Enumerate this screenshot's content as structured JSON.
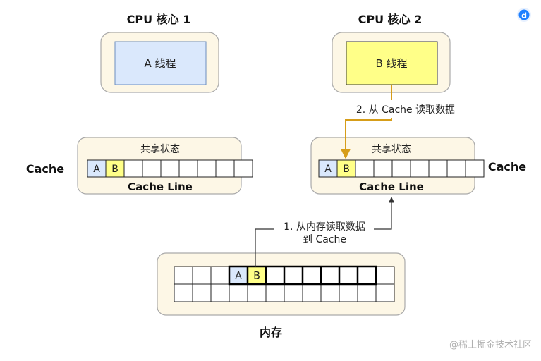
{
  "cpu1": {
    "title": "CPU 核心 1",
    "thread_label": "A 线程"
  },
  "cpu2": {
    "title": "CPU 核心 2",
    "thread_label": "B 线程"
  },
  "cache_left": {
    "side_label": "Cache",
    "shared_state": "共享状态",
    "line_label": "Cache Line",
    "cells": [
      "A",
      "B",
      "",
      "",
      "",
      "",
      "",
      "",
      ""
    ]
  },
  "cache_right": {
    "side_label": "Cache",
    "shared_state": "共享状态",
    "line_label": "Cache Line",
    "cells": [
      "A",
      "B",
      "",
      "",
      "",
      "",
      "",
      "",
      ""
    ]
  },
  "memory": {
    "label": "内存",
    "grid_rows": [
      [
        "",
        "",
        "",
        "A",
        "B",
        "",
        "",
        "",
        "",
        "",
        "",
        ""
      ],
      [
        "",
        "",
        "",
        "",
        "",
        "",
        "",
        "",
        "",
        "",
        "",
        ""
      ]
    ]
  },
  "step1": {
    "line1": "1. 从内存读取数据",
    "line2": "到 Cache"
  },
  "step2": {
    "text": "2. 从 Cache 读取数据"
  },
  "watermark": "@稀土掘金技术社区",
  "colors": {
    "panel_fill": "#fdf7e6",
    "panel_stroke": "#aaaaaa",
    "cell_a": "#dae8fc",
    "cell_b": "#ffff88",
    "arrow_orange": "#d69d19",
    "arrow_dark": "#333333",
    "logo_blue": "#1e80ff"
  }
}
